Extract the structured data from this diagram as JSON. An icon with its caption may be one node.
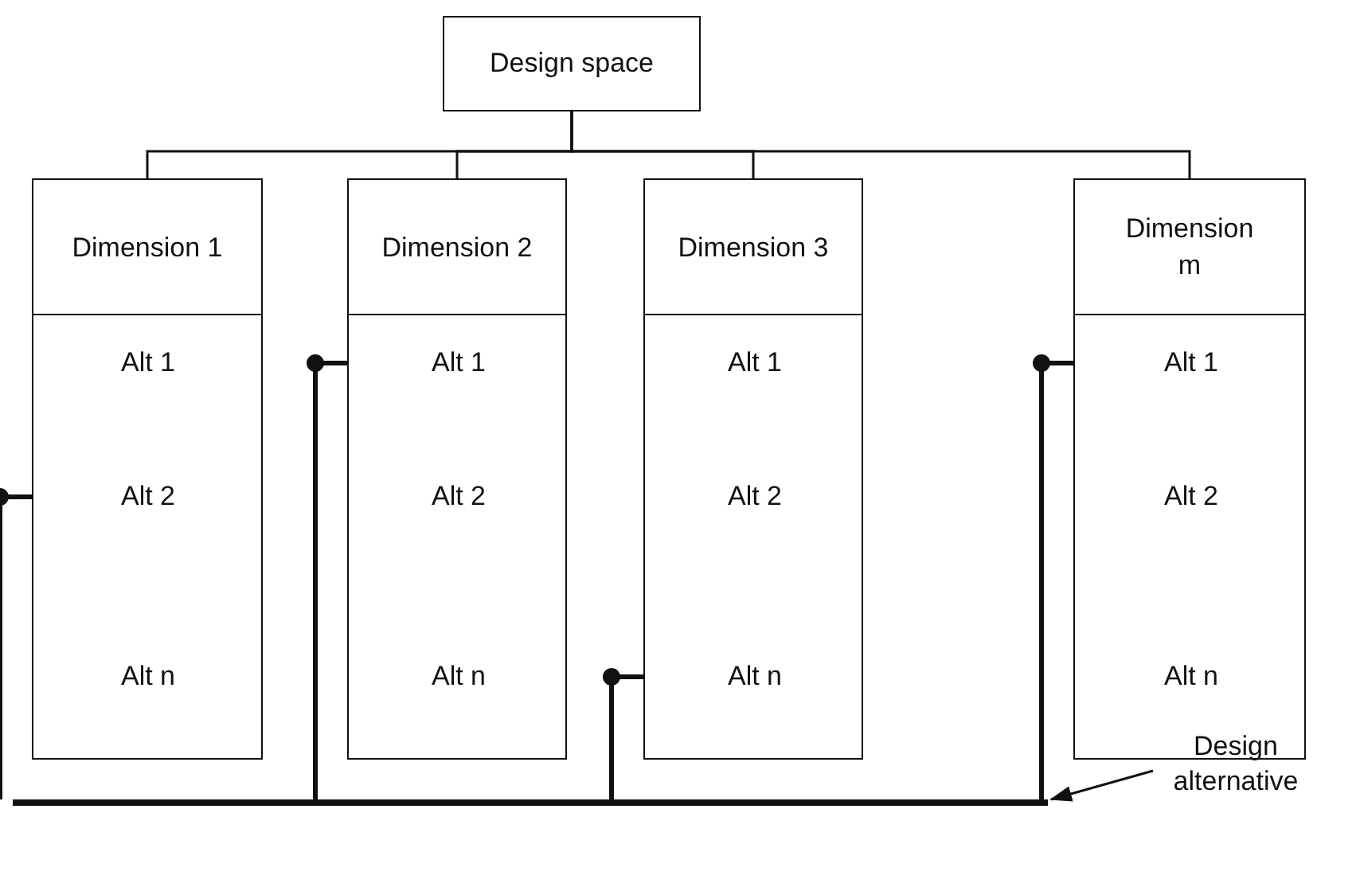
{
  "diagram": {
    "nodes": [
      {
        "text": [
          "Design space"
        ]
      },
      {
        "text": [
          "Dimension 1"
        ]
      },
      {
        "text": [
          "Alt 1"
        ],
        "in": 1
      },
      {
        "text": [
          "Alt 2"
        ],
        "in": 1
      },
      {
        "text": [
          "Alt n"
        ],
        "in": 1
      },
      {
        "text": [
          "Dimension 2"
        ]
      },
      {
        "text": [
          "Alt 1"
        ],
        "in": 5
      },
      {
        "text": [
          "Alt 2"
        ],
        "in": 5
      },
      {
        "text": [
          "Alt n"
        ],
        "in": 5
      },
      {
        "text": [
          "Dimension 3"
        ]
      },
      {
        "text": [
          "Alt 1"
        ],
        "in": 9
      },
      {
        "text": [
          "Alt 2"
        ],
        "in": 9
      },
      {
        "text": [
          "Alt n"
        ],
        "in": 9
      },
      {
        "text": [
          "Dimension m"
        ]
      },
      {
        "text": [
          "Alt 1"
        ],
        "in": 13
      },
      {
        "text": [
          "Alt 2"
        ],
        "in": 13
      },
      {
        "text": [
          "Alt n"
        ],
        "in": 13
      },
      {
        "text": [],
        "shape": "bar"
      },
      {
        "text": [
          "Design alternative"
        ]
      }
    ],
    "edges": [
      {
        "from": 0,
        "to": 1,
        "arrow": "none"
      },
      {
        "from": 0,
        "to": 5,
        "arrow": "none"
      },
      {
        "from": 0,
        "to": 9,
        "arrow": "none"
      },
      {
        "from": 0,
        "to": 13,
        "arrow": "none"
      },
      {
        "from": 3,
        "to": 17,
        "arrow": "other",
        "style": "thick"
      },
      {
        "from": 6,
        "to": 17,
        "arrow": "other",
        "style": "thick"
      },
      {
        "from": 12,
        "to": 17,
        "arrow": "other",
        "style": "thick"
      },
      {
        "from": 14,
        "to": 17,
        "arrow": "other",
        "style": "thick"
      },
      {
        "from": 18,
        "to": 17,
        "arrow": "to"
      }
    ]
  }
}
